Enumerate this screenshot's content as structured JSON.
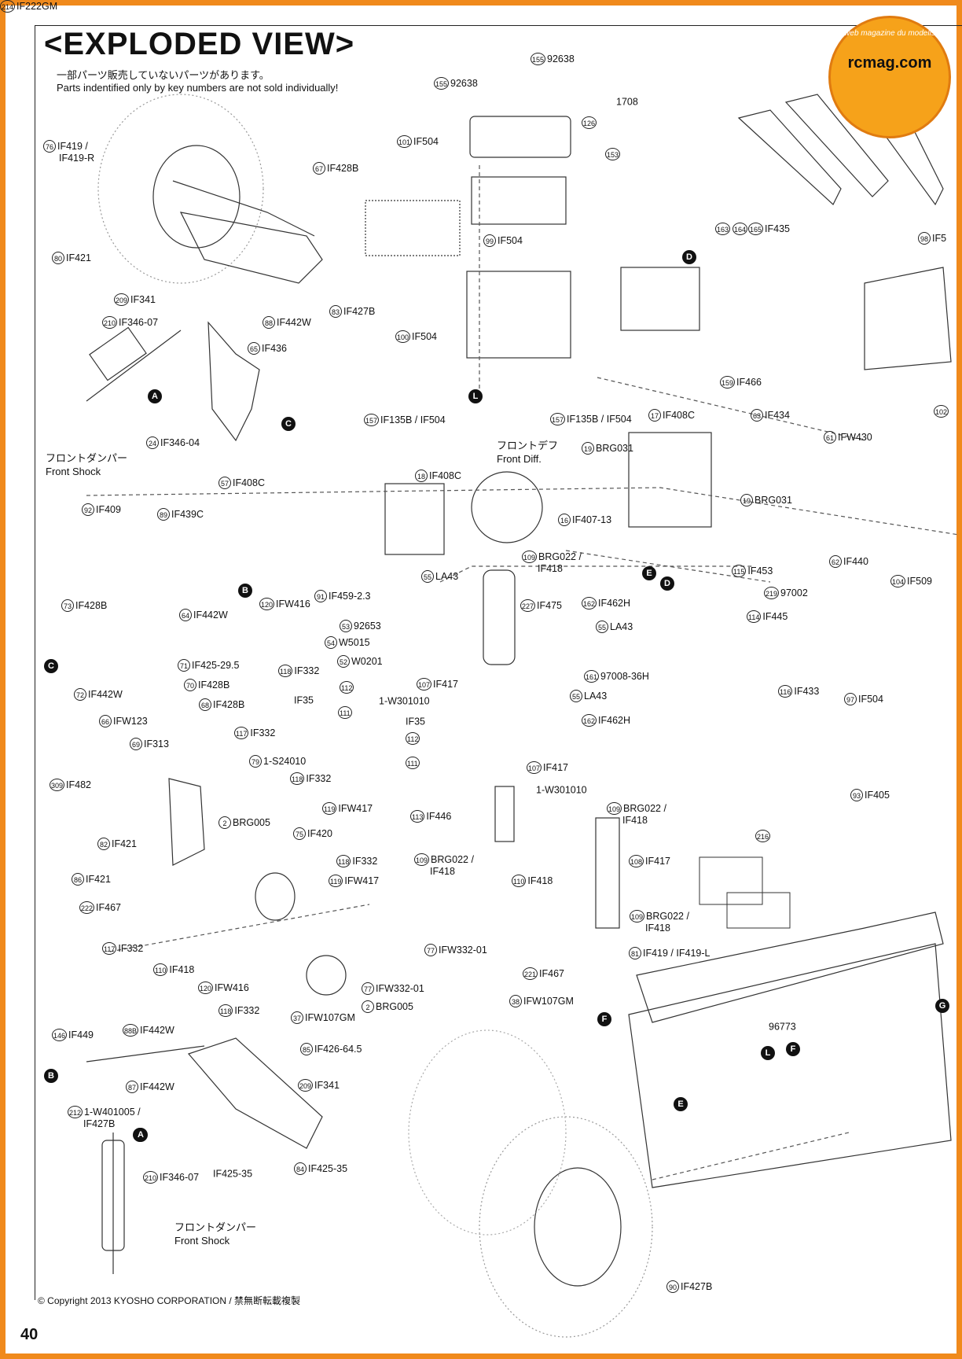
{
  "title": "<EXPLODED VIEW>",
  "subtitle_jp": "一部パーツ販売していないパーツがあります。",
  "subtitle_en": "Parts indentified only by key numbers are not sold individually!",
  "logo": {
    "text": "rcmag.com",
    "arc": "Le web magazine du modelisme"
  },
  "front_shock_upper": {
    "jp": "フロントダンパー",
    "en": "Front Shock"
  },
  "front_shock_lower": {
    "jp": "フロントダンパー",
    "en": "Front Shock"
  },
  "front_diff": {
    "jp": "フロントデフ",
    "en": "Front Diff."
  },
  "footer": "© Copyright 2013 KYOSHO CORPORATION / 禁無断転載複製",
  "page_number": "40",
  "labels": [
    {
      "num": "155",
      "code": "92638"
    },
    {
      "num": "155",
      "code": "92638"
    },
    {
      "num": "",
      "code": "1708"
    },
    {
      "num": "126",
      "code": ""
    },
    {
      "num": "153",
      "code": ""
    },
    {
      "num": "101",
      "code": "IF504"
    },
    {
      "num": "76",
      "code": "IF419 /",
      "line2": "IF419-R"
    },
    {
      "num": "67",
      "code": "IF428B"
    },
    {
      "num": "163",
      "code": ""
    },
    {
      "num": "164",
      "code": ""
    },
    {
      "num": "165",
      "code": "IF435"
    },
    {
      "num": "99",
      "code": "IF504"
    },
    {
      "num": "98",
      "code": "IF5"
    },
    {
      "num": "80",
      "code": "IF421"
    },
    {
      "num": "209",
      "code": "IF341"
    },
    {
      "num": "88",
      "code": "IF442W"
    },
    {
      "num": "83",
      "code": "IF427B"
    },
    {
      "num": "210",
      "code": "IF346-07"
    },
    {
      "num": "100",
      "code": "IF504"
    },
    {
      "num": "65",
      "code": "IF436"
    },
    {
      "num": "159",
      "code": "IF466"
    },
    {
      "num": "24",
      "code": "IF346-04"
    },
    {
      "num": "157",
      "code": "IF135B / IF504"
    },
    {
      "num": "157",
      "code": "IF135B / IF504"
    },
    {
      "num": "17",
      "code": "IF408C"
    },
    {
      "num": "63",
      "code": "IF434"
    },
    {
      "num": "102",
      "code": ""
    },
    {
      "num": "61",
      "code": "IFW430"
    },
    {
      "num": "19",
      "code": "BRG031"
    },
    {
      "num": "18",
      "code": "IF408C"
    },
    {
      "num": "57",
      "code": "IF408C"
    },
    {
      "num": "19",
      "code": "BRG031"
    },
    {
      "num": "92",
      "code": "IF409"
    },
    {
      "num": "89",
      "code": "IF439C"
    },
    {
      "num": "16",
      "code": "IF407-13"
    },
    {
      "num": "62",
      "code": "IF440"
    },
    {
      "num": "109",
      "code": "BRG022 /",
      "line2": "IF418"
    },
    {
      "num": "115",
      "code": "IF453"
    },
    {
      "num": "104",
      "code": "IF509"
    },
    {
      "num": "55",
      "code": "LA43"
    },
    {
      "num": "219",
      "code": "97002"
    },
    {
      "num": "73",
      "code": "IF428B"
    },
    {
      "num": "91",
      "code": "IF459-2.3"
    },
    {
      "num": "227",
      "code": "IF475"
    },
    {
      "num": "162",
      "code": "IF462H"
    },
    {
      "num": "120",
      "code": "IFW416"
    },
    {
      "num": "53",
      "code": "92653"
    },
    {
      "num": "114",
      "code": "IF445"
    },
    {
      "num": "64",
      "code": "IF442W"
    },
    {
      "num": "54",
      "code": "W5015"
    },
    {
      "num": "55",
      "code": "LA43"
    },
    {
      "num": "52",
      "code": "W0201"
    },
    {
      "num": "71",
      "code": "IF425-29.5"
    },
    {
      "num": "118",
      "code": "IF332"
    },
    {
      "num": "161",
      "code": "97008-36H"
    },
    {
      "num": "70",
      "code": "IF428B"
    },
    {
      "num": "107",
      "code": "IF417"
    },
    {
      "num": "72",
      "code": "IF442W"
    },
    {
      "num": "112",
      "code": ""
    },
    {
      "num": "",
      "code": "IF35"
    },
    {
      "num": "55",
      "code": "LA43"
    },
    {
      "num": "116",
      "code": "IF433"
    },
    {
      "num": "97",
      "code": "IF504"
    },
    {
      "num": "68",
      "code": "IF428B"
    },
    {
      "num": "",
      "code": "1-W301010"
    },
    {
      "num": "111",
      "code": ""
    },
    {
      "num": "162",
      "code": "IF462H"
    },
    {
      "num": "66",
      "code": "IFW123"
    },
    {
      "num": "117",
      "code": "IF332"
    },
    {
      "num": "",
      "code": "IF35"
    },
    {
      "num": "69",
      "code": "IF313"
    },
    {
      "num": "112",
      "code": ""
    },
    {
      "num": "79",
      "code": "1-S24010"
    },
    {
      "num": "111",
      "code": ""
    },
    {
      "num": "107",
      "code": "IF417"
    },
    {
      "num": "309",
      "code": "IF482"
    },
    {
      "num": "118",
      "code": "IF332"
    },
    {
      "num": "",
      "code": "1-W301010"
    },
    {
      "num": "93",
      "code": "IF405"
    },
    {
      "num": "119",
      "code": "IFW417"
    },
    {
      "num": "113",
      "code": "IF446"
    },
    {
      "num": "109",
      "code": "BRG022 /",
      "line2": "IF418"
    },
    {
      "num": "2",
      "code": "BRG005"
    },
    {
      "num": "216",
      "code": ""
    },
    {
      "num": "82",
      "code": "IF421"
    },
    {
      "num": "75",
      "code": "IF420"
    },
    {
      "num": "108",
      "code": "IF417"
    },
    {
      "num": "118",
      "code": "IF332"
    },
    {
      "num": "109",
      "code": "BRG022 /",
      "line2": "IF418"
    },
    {
      "num": "86",
      "code": "IF421"
    },
    {
      "num": "119",
      "code": "IFW417"
    },
    {
      "num": "110",
      "code": "IF418"
    },
    {
      "num": "222",
      "code": "IF467"
    },
    {
      "num": "109",
      "code": "BRG022 /",
      "line2": "IF418"
    },
    {
      "num": "77",
      "code": "IFW332-01"
    },
    {
      "num": "117",
      "code": "IF332"
    },
    {
      "num": "81",
      "code": "IF419 / IF419-L"
    },
    {
      "num": "110",
      "code": "IF418"
    },
    {
      "num": "221",
      "code": "IF467"
    },
    {
      "num": "120",
      "code": "IFW416"
    },
    {
      "num": "77",
      "code": "IFW332-01"
    },
    {
      "num": "38",
      "code": "IFW107GM"
    },
    {
      "num": "118",
      "code": "IF332"
    },
    {
      "num": "2",
      "code": "BRG005"
    },
    {
      "num": "37",
      "code": "IFW107GM"
    },
    {
      "num": "",
      "code": "96773"
    },
    {
      "num": "146",
      "code": "IF449"
    },
    {
      "num": "88B",
      "code": "IF442W"
    },
    {
      "num": "85",
      "code": "IF426-64.5"
    },
    {
      "num": "87",
      "code": "IF442W"
    },
    {
      "num": "209",
      "code": "IF341"
    },
    {
      "num": "212",
      "code": "1-W401005 /",
      "line2": "IF427B"
    },
    {
      "num": "210",
      "code": "IF346-07"
    },
    {
      "num": "",
      "code": "IF425-35"
    },
    {
      "num": "84",
      "code": "IF425-35"
    },
    {
      "num": "90",
      "code": "IF427B"
    },
    {
      "num": "214",
      "code": "IF222GM"
    }
  ],
  "markers": [
    "A",
    "C",
    "L",
    "D",
    "B",
    "E",
    "C",
    "D",
    "A",
    "B",
    "F",
    "L",
    "F",
    "E",
    "A",
    "G"
  ]
}
